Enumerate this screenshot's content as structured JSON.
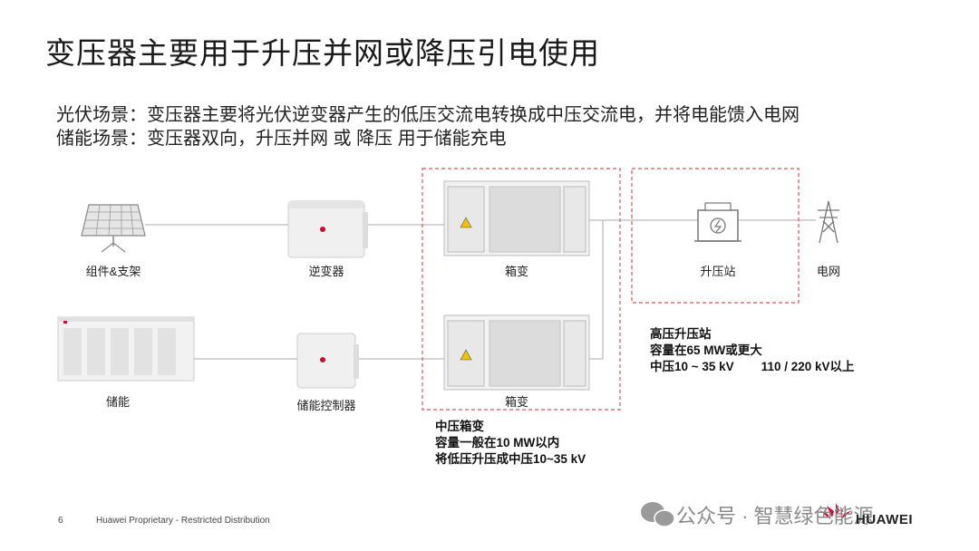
{
  "slide": {
    "title": "变压器主要用于升压并网或降压引电使用",
    "desc_pv": "光伏场景：变压器主要将光伏逆变器产生的低压交流电转换成中压交流电，并将电能馈入电网",
    "desc_storage": "储能场景：变压器双向，升压并网 或 降压 用于储能充电"
  },
  "diagram": {
    "labels": {
      "panel": "组件&支架",
      "inverter": "逆变器",
      "box_top": "箱变",
      "box_bottom": "箱变",
      "substation": "升压站",
      "grid": "电网",
      "storage": "储能",
      "storage_controller": "储能控制器"
    },
    "hv_note": [
      "高压升压站",
      "容量在65 MW或更大",
      "中压10 ~ 35 kV        110 / 220 kV以上"
    ],
    "mv_note": [
      "中压箱变",
      "容量一般在10 MW以内",
      "将低压升压成中压10~35 kV"
    ]
  },
  "footer": {
    "page_number": "6",
    "confidential": "Huawei Proprietary - Restricted Distribution",
    "watermark": "公众号 · 智慧绿色能源",
    "brand": "HUAWEI"
  },
  "colors": {
    "dashed_box": "#e05555",
    "line": "#aaaaaa",
    "brand": "#cf0a2c",
    "device": "#eeeeee"
  }
}
